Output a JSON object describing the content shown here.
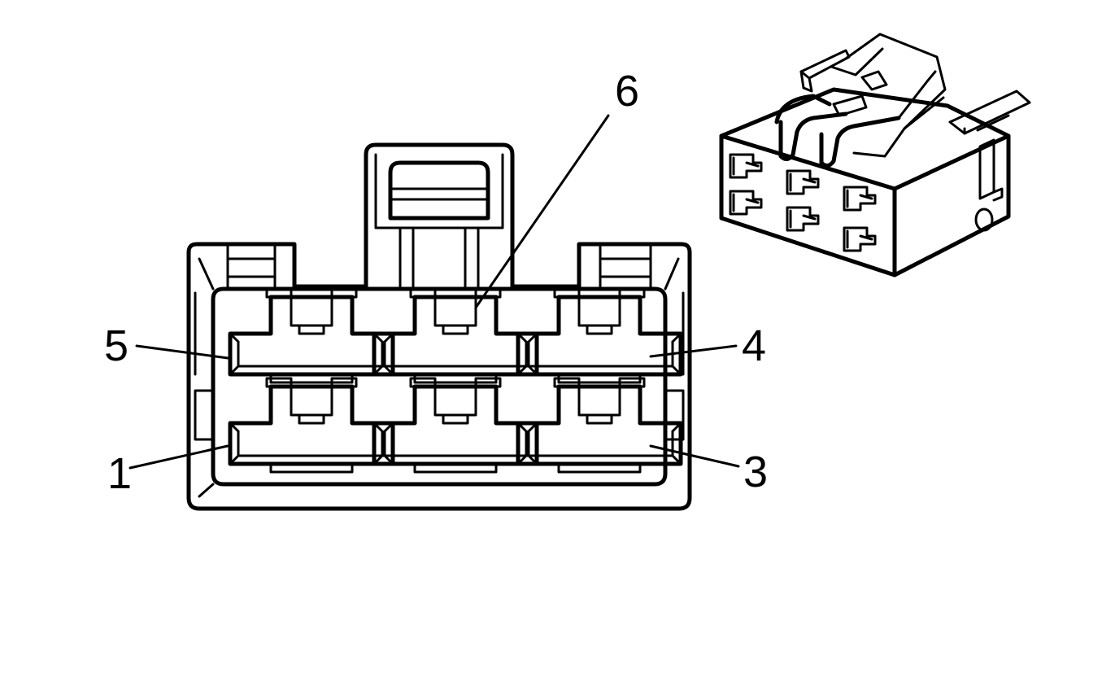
{
  "diagram": {
    "pin_labels": [
      {
        "pin": "5",
        "text": "5"
      },
      {
        "pin": "6",
        "text": "6"
      },
      {
        "pin": "4",
        "text": "4"
      },
      {
        "pin": "1",
        "text": "1"
      },
      {
        "pin": "3",
        "text": "3"
      }
    ]
  }
}
